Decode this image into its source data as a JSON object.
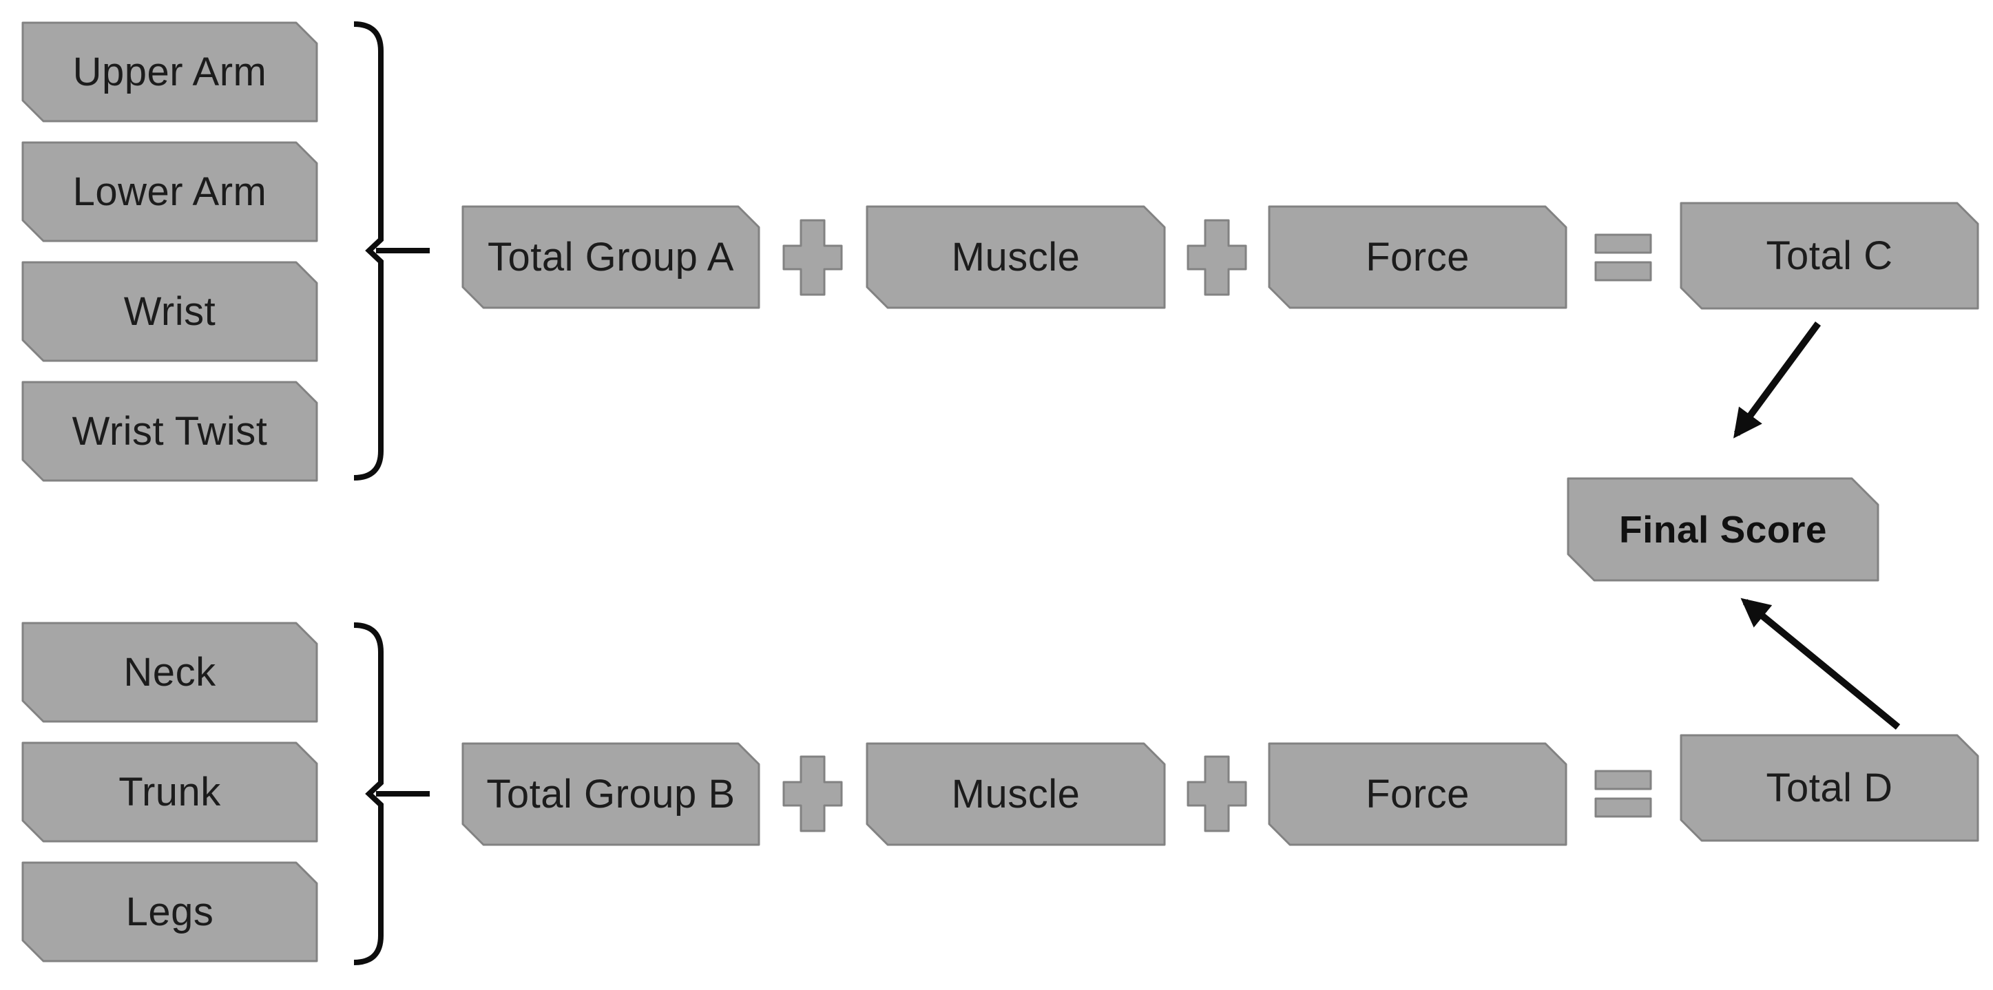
{
  "diagram": {
    "group_a": {
      "inputs": [
        "Upper Arm",
        "Lower Arm",
        "Wrist",
        "Wrist Twist"
      ]
    },
    "group_b": {
      "inputs": [
        "Neck",
        "Trunk",
        "Legs"
      ]
    },
    "row_a": {
      "total": "Total Group A",
      "muscle": "Muscle",
      "force": "Force",
      "result": "Total C"
    },
    "row_b": {
      "total": "Total Group B",
      "muscle": "Muscle",
      "force": "Force",
      "result": "Total D"
    },
    "final_score": "Final Score",
    "operators": {
      "plus": "+",
      "equals": "="
    },
    "colors": {
      "box_fill": "#a6a6a6",
      "box_border": "#828282",
      "text": "#1c1c1c",
      "line": "#0d0d0d",
      "background": "#ffffff"
    }
  }
}
